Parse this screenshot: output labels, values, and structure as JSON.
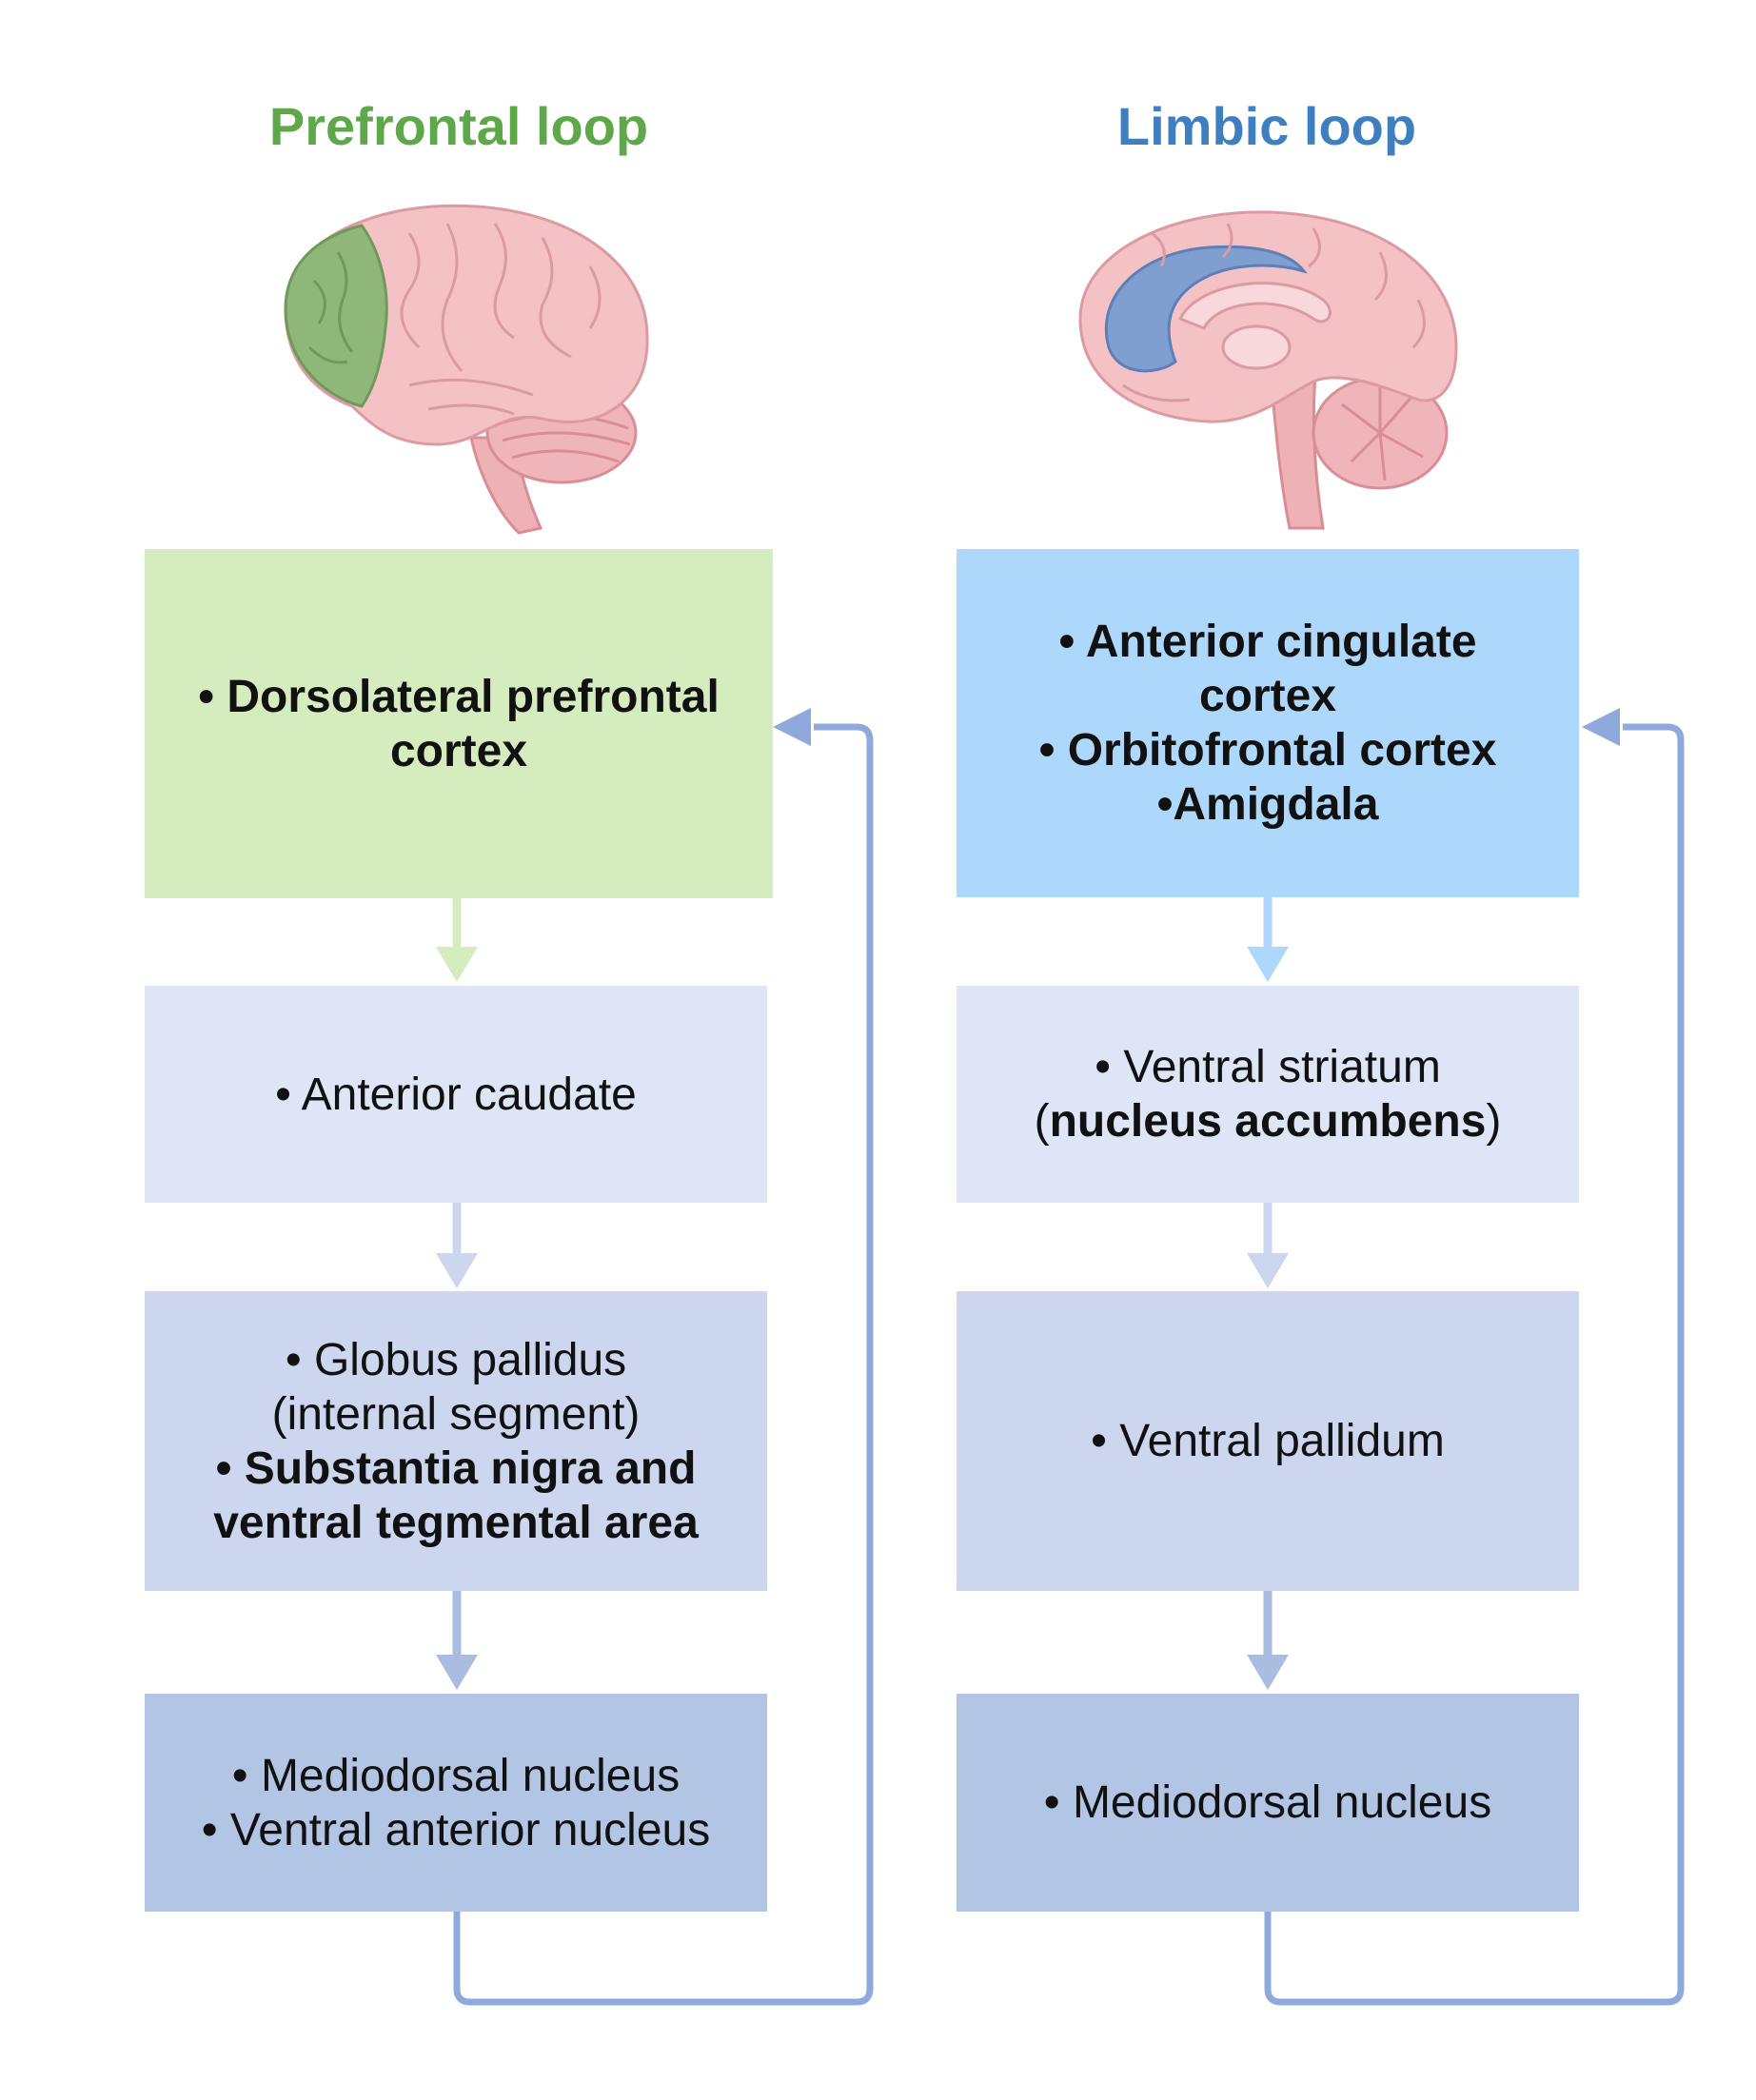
{
  "prefrontal": {
    "title": "Prefrontal loop",
    "box1": {
      "line1": "• Dorsolateral prefrontal",
      "line2": "cortex"
    },
    "box2": {
      "line1": "• Anterior caudate"
    },
    "box3": {
      "line1": "• Globus pallidus",
      "line2": "(internal segment)",
      "line3": "• Substantia nigra and",
      "line4": "ventral tegmental area"
    },
    "box4": {
      "line1": "• Mediodorsal nucleus",
      "line2": "• Ventral anterior nucleus"
    }
  },
  "limbic": {
    "title": "Limbic loop",
    "box1": {
      "line1": "• Anterior cingulate",
      "line2": "cortex",
      "line3": "• Orbitofrontal cortex",
      "line4": "•Amigdala"
    },
    "box2": {
      "line1": "• Ventral striatum",
      "line2_open": "(",
      "line2_bold": "nucleus accumbens",
      "line2_close": ")"
    },
    "box3": {
      "line1": "• Ventral pallidum"
    },
    "box4": {
      "line1": "• Mediodorsal nucleus"
    }
  },
  "colors": {
    "prefrontal_title": "#5fa84a",
    "limbic_title": "#3f7fc0",
    "prefrontal_cortex_box": "#d5ecbf",
    "limbic_cortex_box": "#aed8fb",
    "striatum_box": "#dde5f7",
    "pallidum_box": "#ccd6ef",
    "thalamus_box": "#b2c5e5",
    "feedback_arrow": "#8fa9dc",
    "brain_pink": "#f2b8bd",
    "prefrontal_highlight": "#8fb77a",
    "limbic_highlight": "#7f9fd0"
  }
}
